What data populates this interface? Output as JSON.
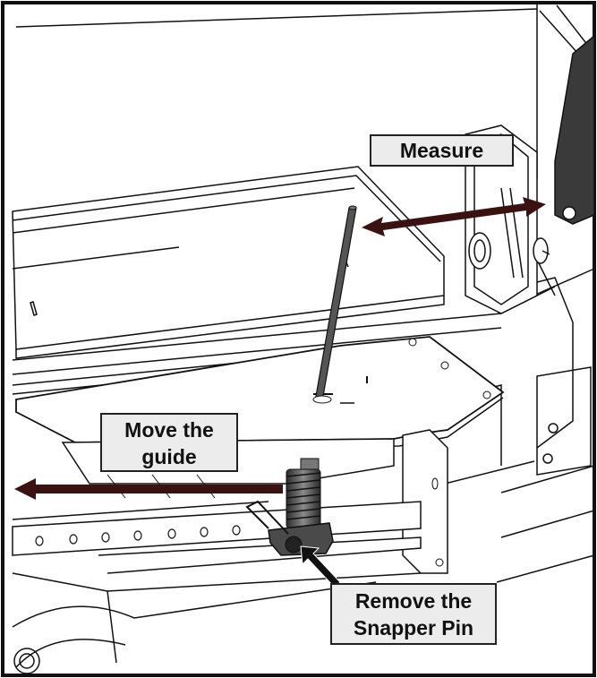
{
  "callouts": {
    "measure": "Measure",
    "move_guide": [
      "Move the",
      "guide"
    ],
    "remove_pin": [
      "Remove the",
      "Snapper Pin"
    ]
  },
  "colors": {
    "arrow": "#3a1212",
    "line": "#111111",
    "callout_fill": "#ececec"
  }
}
